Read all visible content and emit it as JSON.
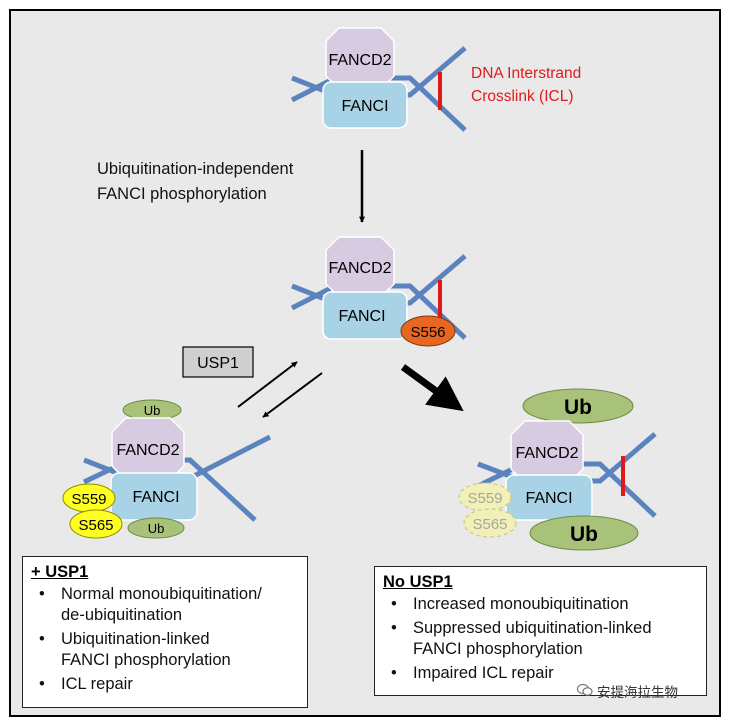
{
  "labels": {
    "fancd2": "FANCD2",
    "fanci": "FANCI",
    "ub": "Ub",
    "s556": "S556",
    "s559": "S559",
    "s565": "S565",
    "usp1": "USP1"
  },
  "icl_label": [
    "DNA Interstrand",
    "Crosslink (ICL)"
  ],
  "step_label": [
    "Ubiquitination-independent",
    "FANCI phosphorylation"
  ],
  "left_box": {
    "header": "+ USP1",
    "items": [
      [
        "Normal monoubiquitination/",
        "de-ubiquitination"
      ],
      [
        "Ubiquitination-linked",
        "FANCI phosphorylation"
      ],
      [
        "ICL repair"
      ]
    ]
  },
  "right_box": {
    "header": "No USP1",
    "items": [
      [
        "Increased monoubiquitination"
      ],
      [
        "Suppressed ubiquitination-linked",
        "FANCI phosphorylation"
      ],
      [
        "Impaired ICL repair"
      ]
    ]
  },
  "watermark": "安提海拉生物",
  "colors": {
    "background": "#e9e9ea",
    "dna": "#5b84bf",
    "fancd2": "#d6cbe0",
    "fanci": "#a8d3e6",
    "ub": "#a9c27a",
    "phospho_yellow": "#ffff22",
    "phospho_orange": "#e8661f",
    "crosslink": "#e01a1a",
    "icl_text": "#e01a1a"
  }
}
